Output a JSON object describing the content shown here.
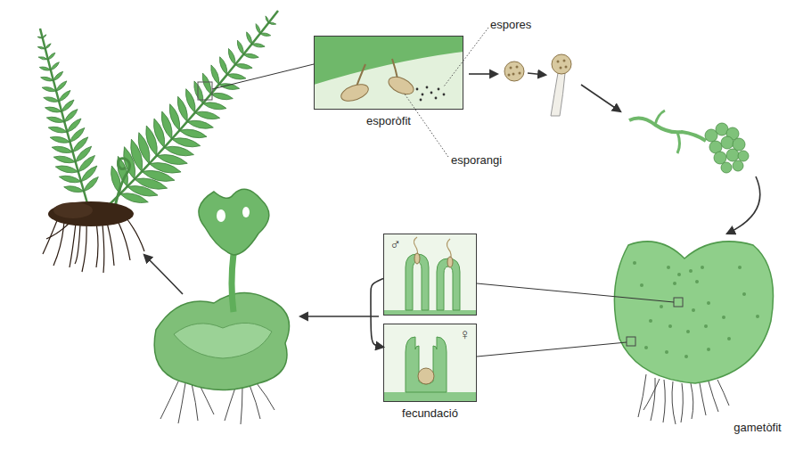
{
  "diagram": {
    "nodes": [
      {
        "text": [
          "esporòfit"
        ]
      },
      {
        "text": [
          "♂"
        ]
      },
      {
        "text": [
          "♀",
          "fecundació"
        ]
      }
    ],
    "edges": [
      {
        "from": 1,
        "to": 2,
        "arrow": "to"
      }
    ],
    "labels": [
      "espores",
      "esporangi",
      "gametòfit"
    ]
  }
}
